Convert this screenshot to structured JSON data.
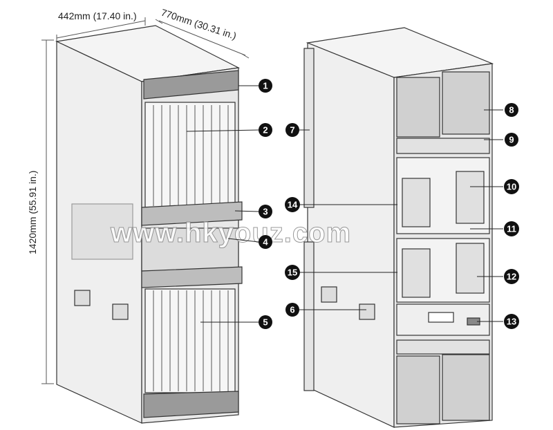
{
  "dimensions": {
    "width": "442mm (17.40 in.)",
    "depth": "770mm (30.31 in.)",
    "height": "1420mm (55.91 in.)"
  },
  "callouts": [
    "1",
    "2",
    "3",
    "4",
    "5",
    "6",
    "7",
    "8",
    "9",
    "10",
    "11",
    "12",
    "13",
    "14",
    "15"
  ],
  "watermark": "www.hkyouz.com",
  "colors": {
    "outline": "#333333",
    "panel": "#f2f2f2",
    "shade": "#d9d9d9",
    "dark": "#8c8c8c"
  }
}
